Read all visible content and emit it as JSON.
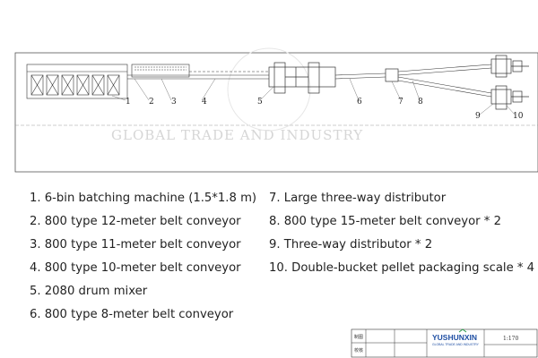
{
  "drawing": {
    "watermark": "GLOBAL TRADE AND INDUSTRY",
    "callouts": [
      "1",
      "2",
      "3",
      "4",
      "5",
      "6",
      "7",
      "8",
      "9",
      "10"
    ]
  },
  "legend": {
    "left": [
      "1. 6-bin batching machine (1.5*1.8 m)",
      "2. 800 type 12-meter belt conveyor",
      "3. 800 type 11-meter belt conveyor",
      "4. 800 type 10-meter belt conveyor",
      "5. 2080 drum mixer",
      "6. 800 type 8-meter belt conveyor"
    ],
    "right": [
      "7. Large three-way distributor",
      "8. 800 type 15-meter belt conveyor * 2",
      "9. Three-way distributor * 2",
      "10. Double-bucket pellet packaging scale * 4"
    ]
  },
  "title_block": {
    "row1_label": "制图",
    "row2_label": "校核",
    "brand": "YUSHUNXIN",
    "brand_sub": "GLOBAL TRADE AND INDUSTRY",
    "scale": "1:170"
  }
}
